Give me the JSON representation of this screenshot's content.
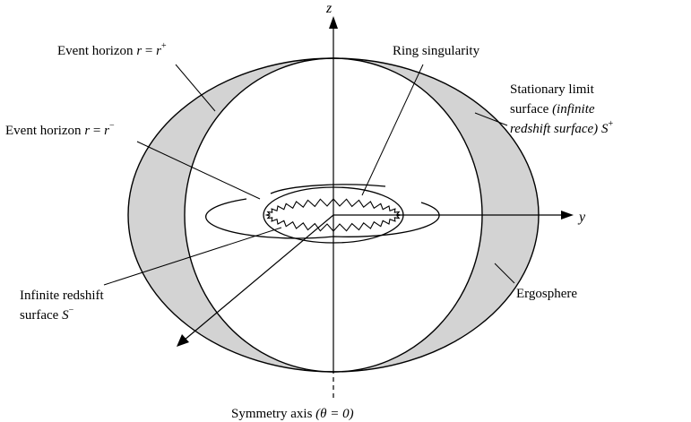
{
  "axes": {
    "z_label": "z",
    "y_label": "y"
  },
  "labels": {
    "outer_event_horizon": {
      "prefix": "Event horizon ",
      "var": "r",
      "eq": " = ",
      "rhs": "r",
      "sup": "+"
    },
    "inner_event_horizon": {
      "prefix": "Event horizon ",
      "var": "r",
      "eq": " = ",
      "rhs": "r",
      "sup": "−"
    },
    "ring_singularity": "Ring singularity",
    "stationary_limit": {
      "line1": "Stationary limit",
      "line2_plain": "surface ",
      "line2_italic": "(infinite",
      "line3_italic": "redshift surface)",
      "line3_symbol": "S",
      "line3_sup": "+"
    },
    "infinite_redshift": {
      "line1": "Infinite redshift",
      "line2": "surface ",
      "symbol": "S",
      "sup": "−"
    },
    "ergosphere": "Ergosphere",
    "symmetry_axis": {
      "text": "Symmetry axis ",
      "italic": "(θ = 0)"
    }
  },
  "colors": {
    "ergosphere_fill": "#d3d3d3",
    "stroke": "#000000"
  }
}
